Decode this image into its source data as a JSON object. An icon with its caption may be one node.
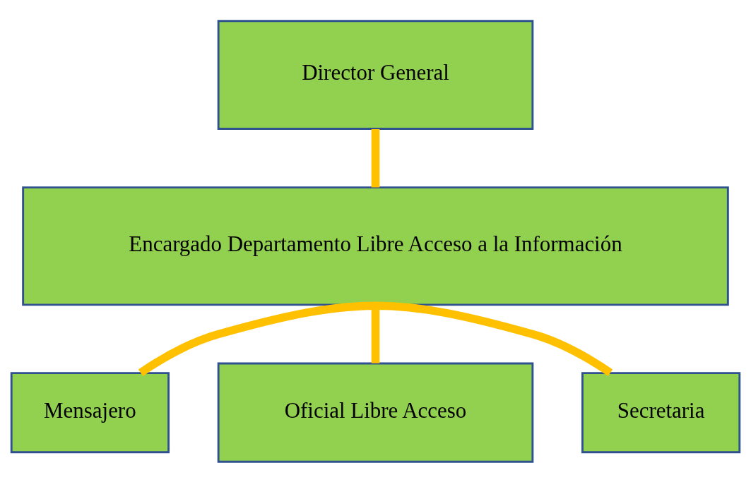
{
  "diagram": {
    "nodes": [
      {
        "text": [
          "Director General"
        ]
      },
      {
        "text": [
          "Encargado Departamento Libre Acceso a la Información"
        ]
      },
      {
        "text": [
          "Mensajero"
        ]
      },
      {
        "text": [
          "Secretaria"
        ]
      },
      {
        "text": [
          "Oficial Libre Acceso"
        ]
      }
    ],
    "edges": [
      {
        "from": 0,
        "to": 1,
        "arrow": "none"
      },
      {
        "from": 1,
        "to": 4,
        "arrow": "none"
      },
      {
        "from": 2,
        "to": 3,
        "arrow": "none"
      }
    ]
  }
}
